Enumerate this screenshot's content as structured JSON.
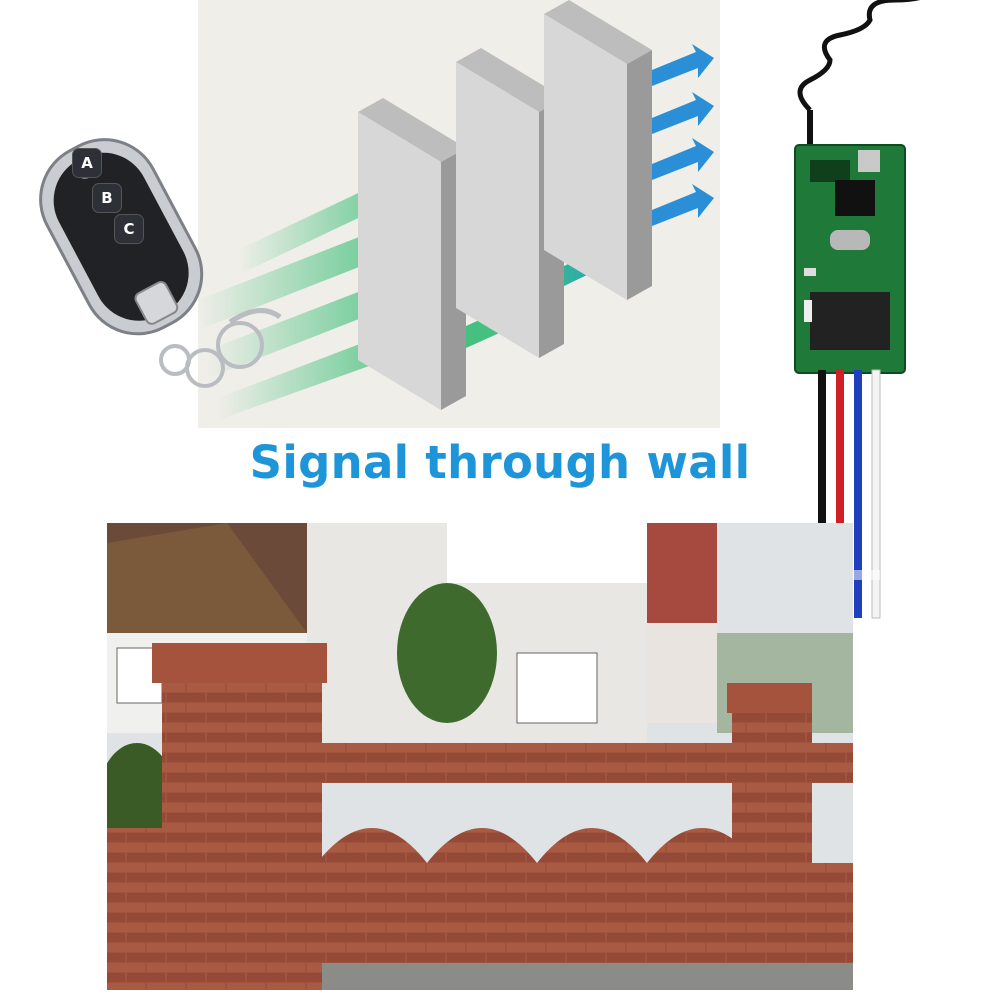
{
  "caption": "Signal through wall",
  "remote": {
    "buttons": [
      {
        "label": "A"
      },
      {
        "label": "B"
      },
      {
        "label": "C"
      }
    ]
  },
  "colors": {
    "caption": "#1e95d8",
    "signal_green": "#3fbf7a",
    "signal_blue": "#2a8fd6",
    "wall_front": "#d7d7d7",
    "wall_side": "#9a9a9a",
    "pcb_green": "#1f7a3a",
    "wire_colors": [
      "#111111",
      "#d11f26",
      "#1f3fbf",
      "#f4f4f4"
    ],
    "brick": "#a0523c"
  },
  "icons": [
    "remote-control-icon",
    "receiver-module-icon",
    "signal-arrow-icon",
    "wall-icon"
  ]
}
